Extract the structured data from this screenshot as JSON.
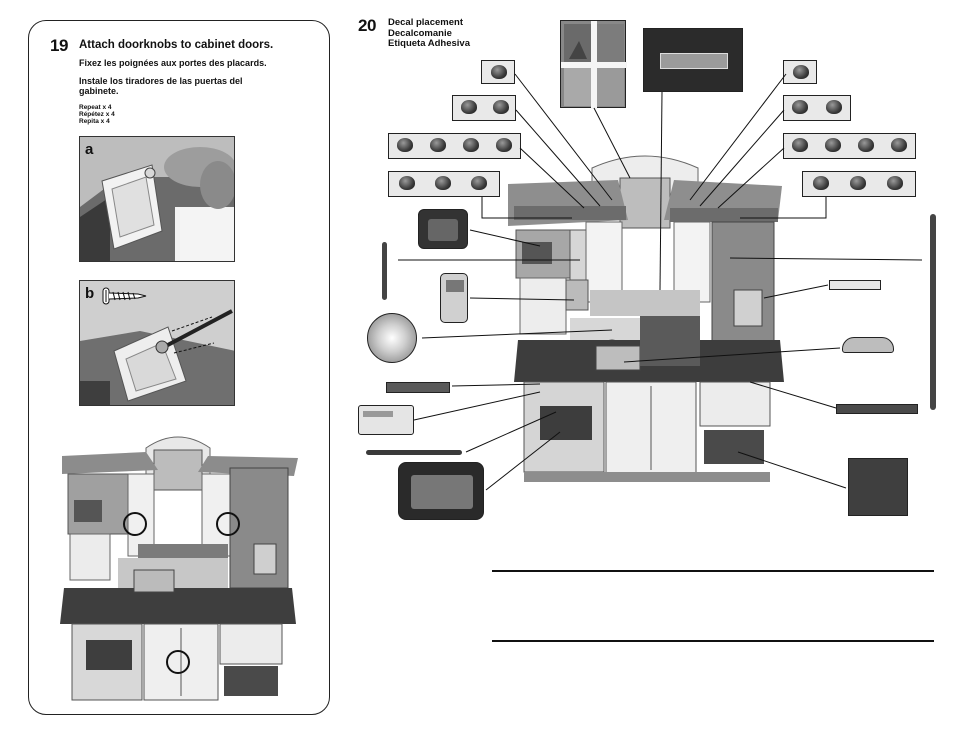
{
  "step19": {
    "number": "19",
    "title": "Attach doorknobs to cabinet doors.",
    "title_fr": "Fixez les poignées aux portes des placards.",
    "title_es": "Instale los tiradores de las puertas del gabinete.",
    "repeat_en": "Repeat x 4",
    "repeat_fr": "Répétez x 4",
    "repeat_es": "Repita x 4",
    "photo_a_label": "a",
    "photo_b_label": "b"
  },
  "step20": {
    "number": "20",
    "title_en": "Decal placement",
    "title_fr": "Decalcomanie",
    "title_es": "Etiqueta Adhesiva"
  },
  "colors": {
    "ink": "#111111",
    "photo_dark": "#3a3a3a",
    "photo_mid": "#8f8f8f",
    "photo_light": "#d9d9d9"
  },
  "icons": {
    "screw": "screw-icon",
    "apple": "apple-decal-icon"
  }
}
